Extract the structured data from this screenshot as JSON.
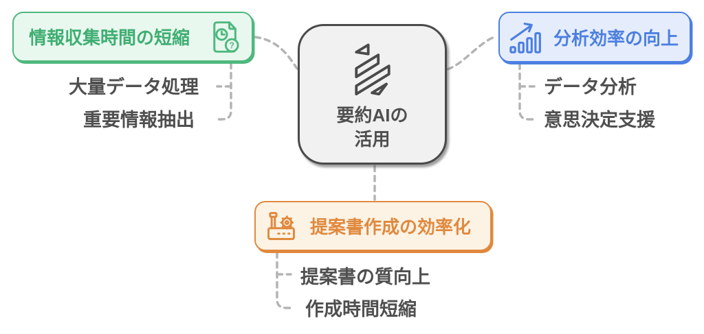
{
  "diagram": {
    "center": {
      "label_line1": "要約AIの",
      "label_line2": "活用",
      "icon": "summary-stripes-logo-icon",
      "fill": "#f1f1f1",
      "border_color": "#4a4a4a"
    },
    "nodes": [
      {
        "id": "info-collection",
        "label": "情報収集時間の短縮",
        "icon": "document-clock-question-icon",
        "accent_color": "#4fb87e",
        "fill": "#e9f8ef",
        "children": [
          "大量データ処理",
          "重要情報抽出"
        ]
      },
      {
        "id": "analysis-efficiency",
        "label": "分析効率の向上",
        "icon": "bar-chart-up-arrow-icon",
        "accent_color": "#4c7fe0",
        "fill": "#e5edfc",
        "children": [
          "データ分析",
          "意思決定支援"
        ]
      },
      {
        "id": "proposal-efficiency",
        "label": "提案書作成の効率化",
        "icon": "factory-gear-icon",
        "accent_color": "#e0893e",
        "fill": "#fdf3e5",
        "children": [
          "提案書の質向上",
          "作成時間短縮"
        ]
      }
    ],
    "connector_color": "#b4b4b4",
    "background": "#ffffff"
  }
}
